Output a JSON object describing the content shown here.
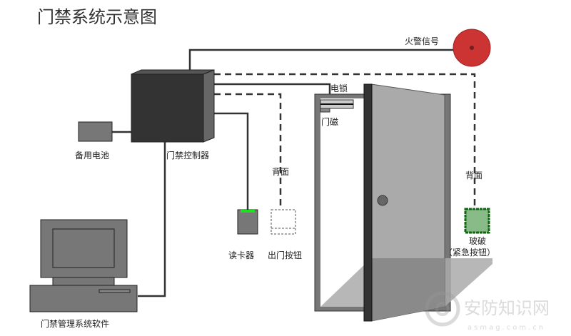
{
  "title": "门禁系统示意图",
  "labels": {
    "fire_alarm": "火警信号",
    "electric_lock": "电锁",
    "door_magnet": "门磁",
    "backup_battery": "备用电池",
    "controller": "门禁控制器",
    "back_side_1": "背面",
    "back_side_2": "背面",
    "card_reader": "读卡器",
    "exit_button": "出门按钮",
    "glass_break": "玻破",
    "emergency_button": "（紧急按钮）",
    "software": "门禁管理系统软件"
  },
  "watermark": {
    "name": "安防知识网",
    "site": "asmag.com.cn"
  },
  "colors": {
    "alarm": "#c03030",
    "reader_led": "#22dd22",
    "glass_break": "#88bb88"
  }
}
